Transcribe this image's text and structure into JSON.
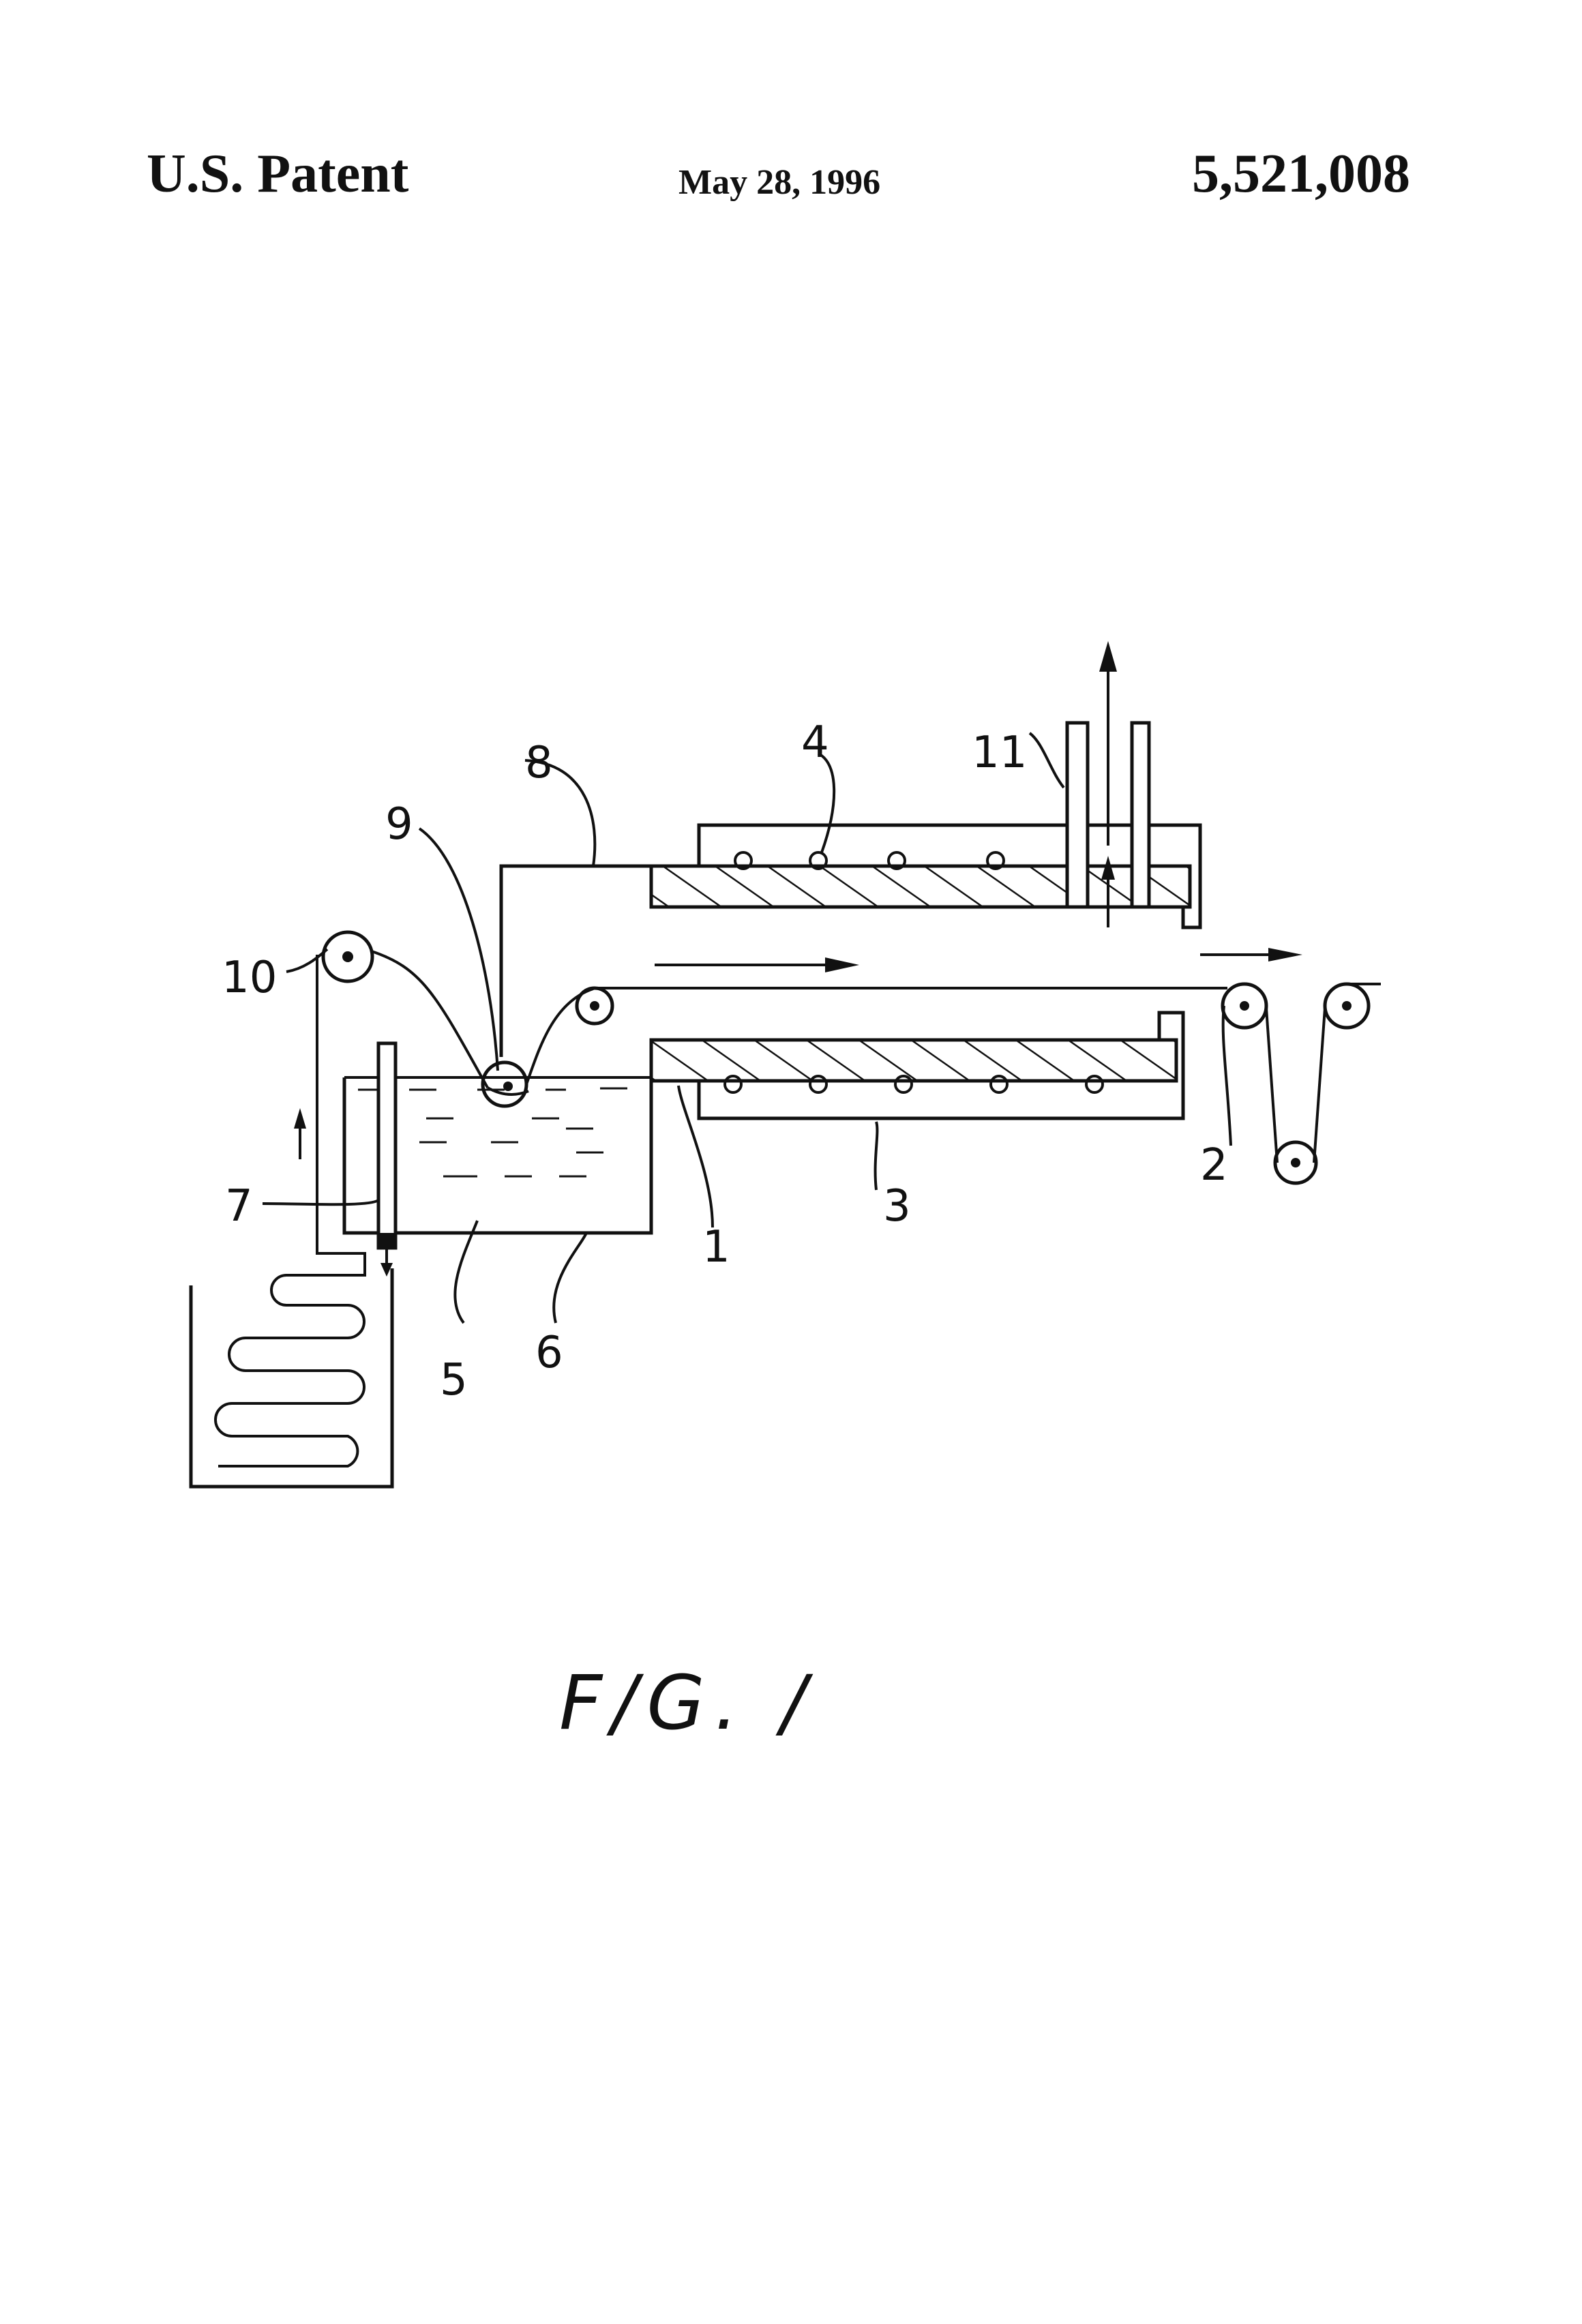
{
  "header": {
    "left": "U.S. Patent",
    "date": "May 28, 1996",
    "patent_number": "5,521,008"
  },
  "figure": {
    "caption": "F/G. /",
    "labels": {
      "l1": "1",
      "l2": "2",
      "l3": "3",
      "l4": "4",
      "l5": "5",
      "l6": "6",
      "l7": "7",
      "l8": "8",
      "l9": "9",
      "l10": "10",
      "l11": "11"
    }
  }
}
